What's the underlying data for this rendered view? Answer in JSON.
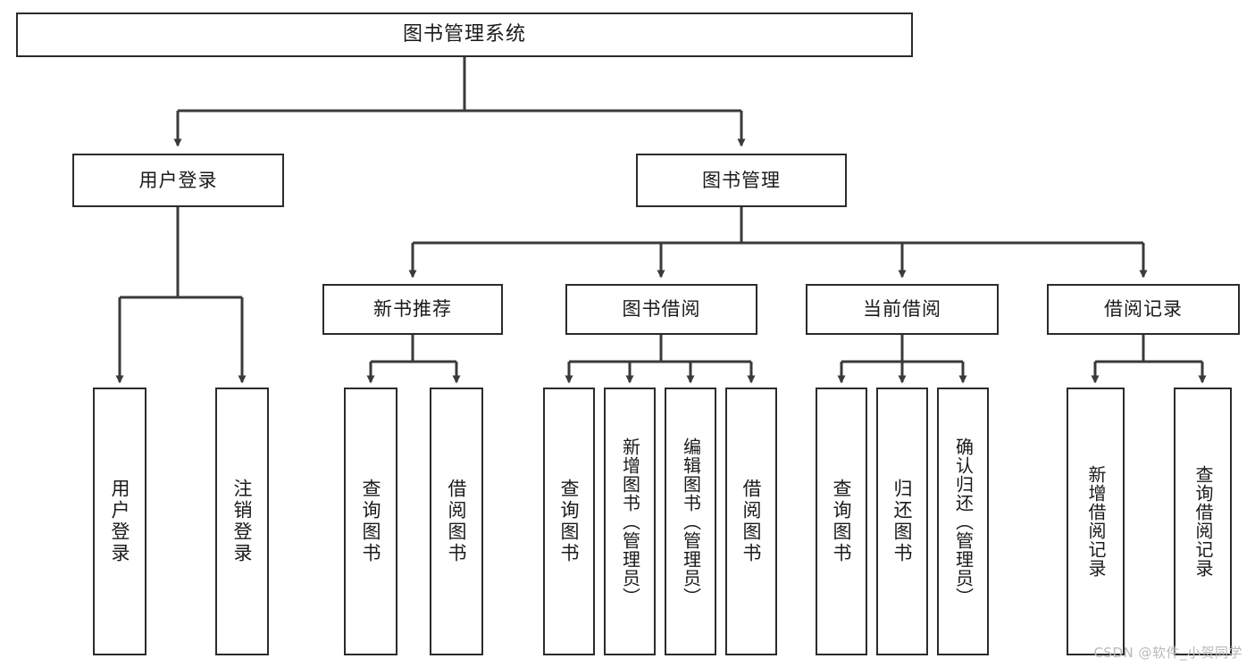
{
  "diagram": {
    "title": "图书管理系统",
    "type": "tree-hierarchy",
    "orientation": "top-down",
    "colors": {
      "box_border": "#2b2b2b",
      "box_fill": "#ffffff",
      "edge": "#3a3a3a",
      "text": "#1a1a1a",
      "watermark": "#b9b9b9",
      "background": "#ffffff"
    }
  },
  "root": {
    "label": "图书管理系统"
  },
  "level2": [
    {
      "label": "用户登录"
    },
    {
      "label": "图书管理"
    }
  ],
  "level3": [
    {
      "label": "新书推荐"
    },
    {
      "label": "图书借阅"
    },
    {
      "label": "当前借阅"
    },
    {
      "label": "借阅记录"
    }
  ],
  "leaves": {
    "user_login": [
      {
        "label": "用户登录"
      },
      {
        "label": "注销登录"
      }
    ],
    "new_book_recommend": [
      {
        "label": "查询图书"
      },
      {
        "label": "借阅图书"
      }
    ],
    "book_borrow": [
      {
        "label": "查询图书"
      },
      {
        "label": "新增图书（管理员）"
      },
      {
        "label": "编辑图书（管理员）"
      },
      {
        "label": "借阅图书"
      }
    ],
    "current_borrow": [
      {
        "label": "查询图书"
      },
      {
        "label": "归还图书"
      },
      {
        "label": "确认归还（管理员）"
      }
    ],
    "borrow_record": [
      {
        "label": "新增借阅记录"
      },
      {
        "label": "查询借阅记录"
      }
    ]
  },
  "watermark": {
    "text": "CSDN @软件_小贺同学"
  }
}
